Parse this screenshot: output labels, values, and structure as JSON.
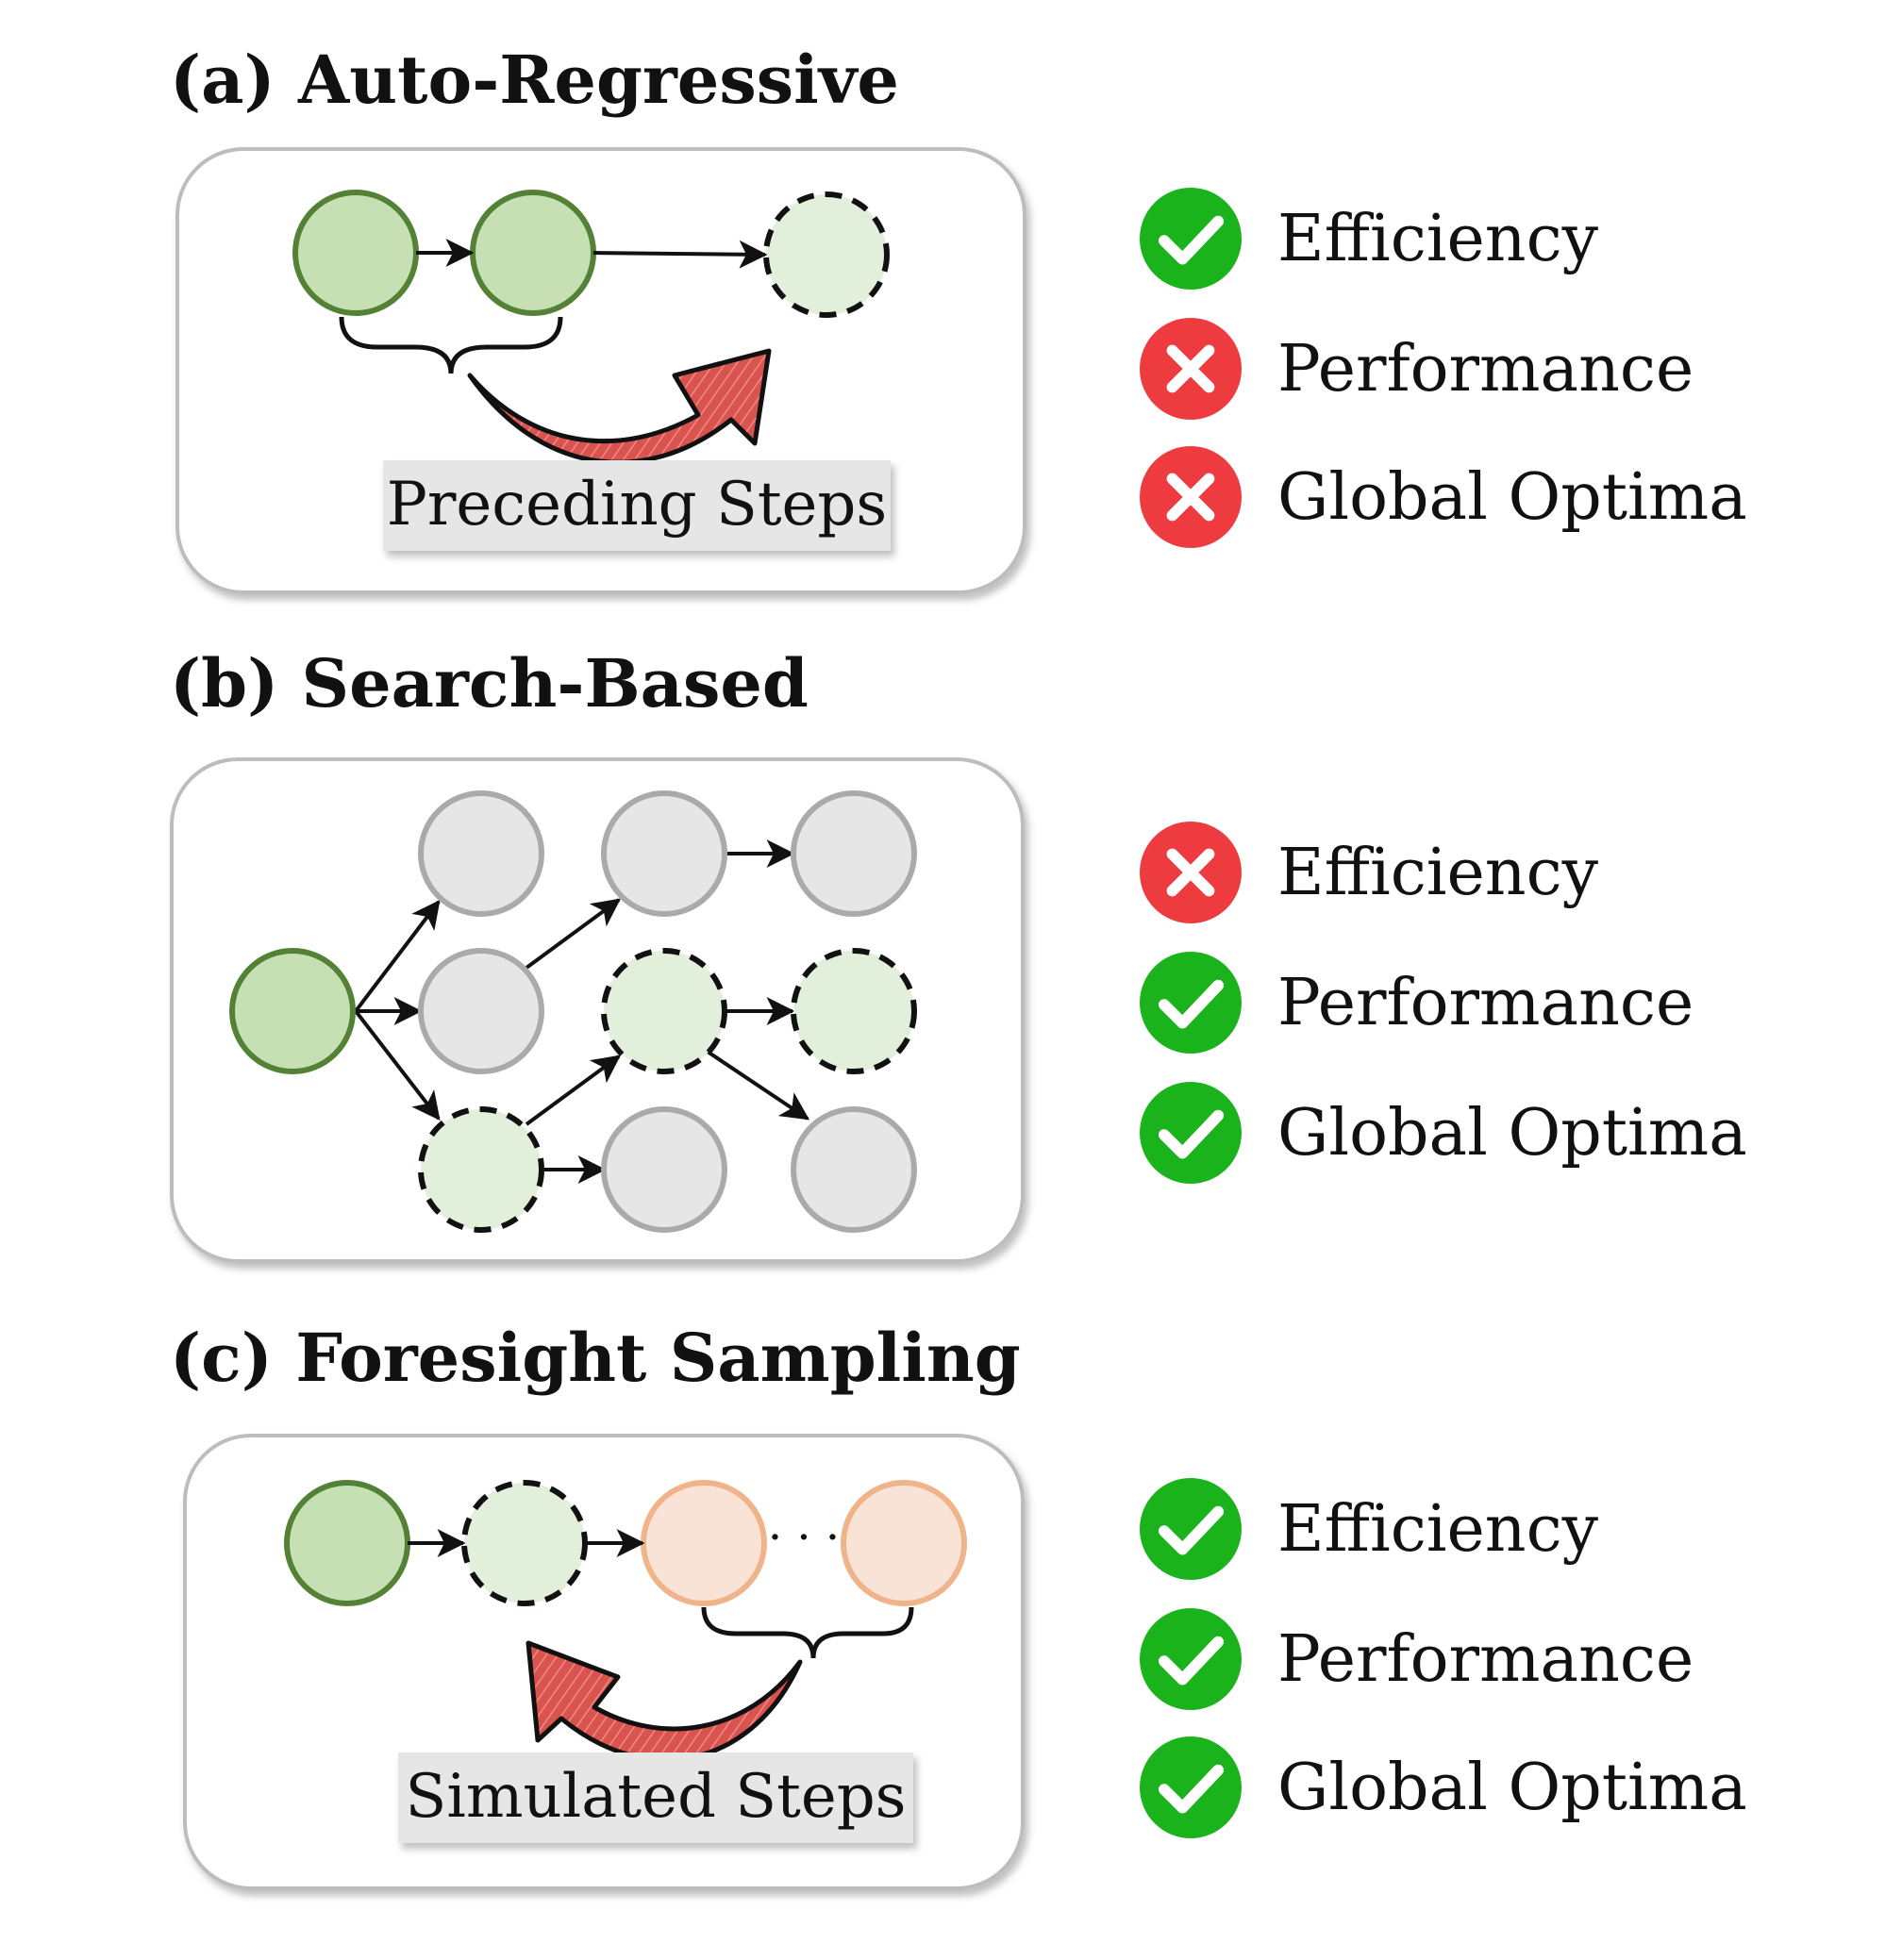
{
  "sections": [
    {
      "title": "(a) Auto-Regressive",
      "caption": "Preceding Steps",
      "properties": [
        {
          "label": "Efficiency",
          "status": "check"
        },
        {
          "label": "Performance",
          "status": "cross"
        },
        {
          "label": "Global Optima",
          "status": "cross"
        }
      ]
    },
    {
      "title": "(b) Search-Based",
      "properties": [
        {
          "label": "Efficiency",
          "status": "cross"
        },
        {
          "label": "Performance",
          "status": "check"
        },
        {
          "label": "Global Optima",
          "status": "check"
        }
      ]
    },
    {
      "title": "(c) Foresight Sampling",
      "caption": "Simulated Steps",
      "ellipsis": "· · ·",
      "properties": [
        {
          "label": "Efficiency",
          "status": "check"
        },
        {
          "label": "Performance",
          "status": "check"
        },
        {
          "label": "Global Optima",
          "status": "check"
        }
      ]
    }
  ],
  "colors": {
    "check": "#1bb31b",
    "cross": "#ee3b40",
    "node_green_fill": "#c6e0b4",
    "node_green_stroke": "#538135",
    "node_light_fill": "#e2efda",
    "node_gray_fill": "#e6e6e6",
    "node_gray_stroke": "#aaaaaa",
    "node_orange_fill": "#f9e2d6",
    "node_orange_stroke": "#f0b48a",
    "arrow_red": "#d9534f"
  }
}
